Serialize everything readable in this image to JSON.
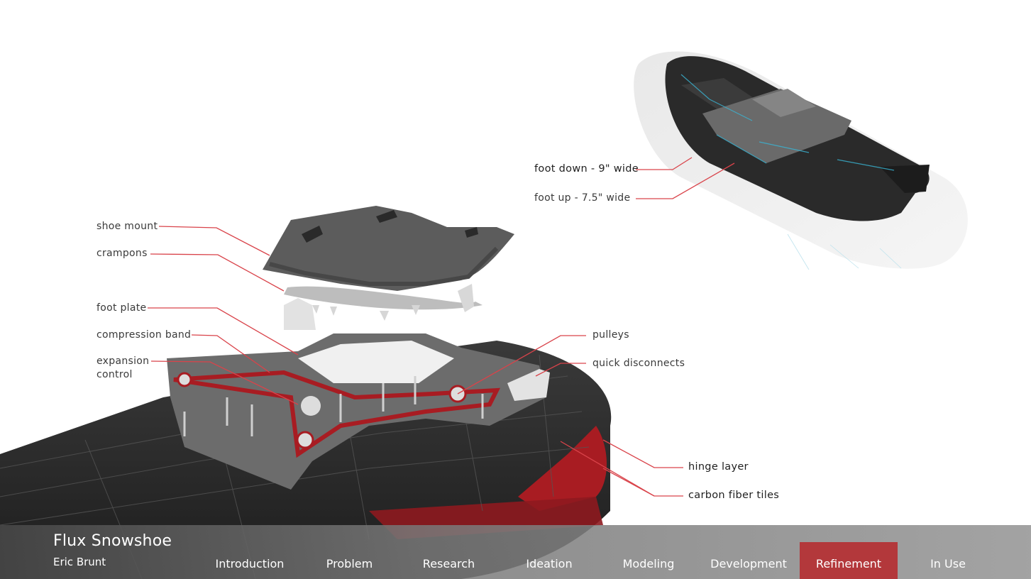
{
  "project": {
    "title": "Flux Snowshoe",
    "author": "Eric Brunt"
  },
  "nav": {
    "items": [
      {
        "label": "Introduction"
      },
      {
        "label": "Problem"
      },
      {
        "label": "Research"
      },
      {
        "label": "Ideation"
      },
      {
        "label": "Modeling"
      },
      {
        "label": "Development"
      },
      {
        "label": "Refinement",
        "active": true
      },
      {
        "label": "In Use"
      }
    ]
  },
  "callouts": {
    "shoe_mount": "shoe mount",
    "crampons": "crampons",
    "foot_plate": "foot plate",
    "compression_band": "compression band",
    "expansion_control": "expansion control",
    "pulleys": "pulleys",
    "quick_disconnects": "quick disconnects",
    "hinge_layer": "hinge layer",
    "carbon_fiber_tiles": "carbon fiber tiles",
    "foot_down": "foot down - 9\" wide",
    "foot_up": "foot up - 7.5\" wide"
  },
  "colors": {
    "accent": "#b3383b",
    "leader_line": "#d9434a",
    "tile": "#2b2b2b",
    "hinge": "#a81c22"
  }
}
